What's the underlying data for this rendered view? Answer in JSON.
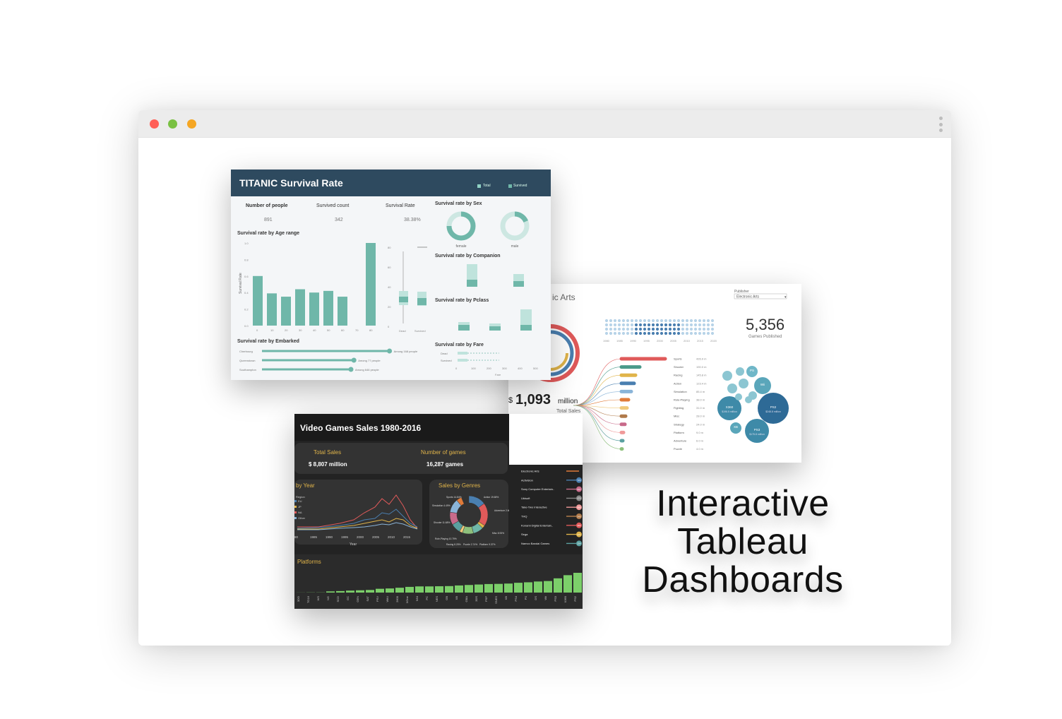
{
  "headline": {
    "line1": "Interactive",
    "line2": "Tableau",
    "line3": "Dashboards"
  },
  "colors": {
    "red": "#ff5f57",
    "green": "#7ac143",
    "yellow": "#f5a623",
    "titanic_header": "#2e4a5f",
    "teal": "#6fb7a9",
    "dark_bg": "#2b2b2b",
    "gold": "#e0b44a"
  },
  "titanic": {
    "title": "TITANIC Survival Rate",
    "legend": [
      "Total",
      "Survived"
    ],
    "kpis": [
      {
        "label": "Number of people",
        "value": "891"
      },
      {
        "label": "Survived count",
        "value": "342"
      },
      {
        "label": "Survival Rate",
        "value": "38.38%"
      }
    ],
    "age_title": "Survival rate by Age range",
    "age_y_label": "Survival Rate",
    "age_ticks": [
      "1.0",
      "0.8",
      "0.6",
      "0.4",
      "0.2",
      "0.0"
    ],
    "age_values": [
      0.6,
      0.39,
      0.35,
      0.44,
      0.4,
      0.42,
      0.35,
      0.0,
      1.0
    ],
    "age_x": [
      "0",
      "10",
      "20",
      "30",
      "40",
      "50",
      "60",
      "70",
      "80"
    ],
    "box_y_ticks": [
      "80",
      "60",
      "40",
      "20",
      "0"
    ],
    "box_x": [
      "Dead",
      "Survived"
    ],
    "sex_title": "Survival rate by Sex",
    "sex_labels": [
      "female",
      "male"
    ],
    "companion_title": "Survival rate by Companion",
    "pclass_title": "Survival rate by Pclass",
    "embarked_title": "Survival rate by Embarked",
    "embarked": [
      {
        "label": "Cherbourg",
        "note": "Among 168 people",
        "frac": 0.86
      },
      {
        "label": "Queenstown",
        "note": "Among 77 people",
        "frac": 0.62
      },
      {
        "label": "Southampton",
        "note": "Among 646 people",
        "frac": 0.6
      }
    ],
    "fare_title": "Survival rate by Fare",
    "fare_rows": [
      "Dead",
      "Survived"
    ],
    "fare_ticks": [
      "0",
      "100",
      "200",
      "300",
      "400",
      "500"
    ],
    "fare_axis": "Fare"
  },
  "ea": {
    "title_partial": "ic Arts",
    "dropdown_label": "Publisher",
    "dropdown_value": "Electronic Arts",
    "games_value": "5,356",
    "games_label": "Games Published",
    "currency": "$",
    "sales_value": "1,093",
    "sales_unit": "million",
    "sales_label": "Total Sales",
    "timeline": [
      "1980",
      "1985",
      "1990",
      "1995",
      "2000",
      "2005",
      "2010",
      "2015",
      "2020"
    ],
    "genres": [
      "Sports",
      "Shooter",
      "Racing",
      "Action",
      "Simulation",
      "Role-Playing",
      "Fighting",
      "Misc",
      "Strategy",
      "Platform",
      "Adventure",
      "Puzzle"
    ],
    "genre_values": [
      "426.9 m",
      "190.0 m",
      "145.8 m",
      "123.4 m",
      "85.4 m",
      "38.0 m",
      "31.0 m",
      "28.0 m",
      "24.0 m",
      "9.0 m",
      "6.0 m",
      "4.0 m"
    ],
    "bubbles": [
      {
        "label": "PS2",
        "sub": "$248.8 million"
      },
      {
        "label": "X360",
        "sub": "$196.5 million"
      },
      {
        "label": "PS3",
        "sub": "$175.8 million"
      },
      {
        "label": "Wii",
        "sub": ""
      },
      {
        "label": "PS",
        "sub": ""
      },
      {
        "label": "XB",
        "sub": ""
      }
    ]
  },
  "vgs": {
    "title": "Video Games Sales 1980-2016",
    "total_label": "Total Sales",
    "total_value": "$ 8,807 million",
    "games_label": "Number of games",
    "games_value": "16,287 games",
    "year_title": "by Year",
    "region_label": "Region",
    "regions": [
      "EU",
      "JP",
      "NA",
      "Other"
    ],
    "year_ticks": [
      "80",
      "1985",
      "1990",
      "1995",
      "2000",
      "2005",
      "2010",
      "2015"
    ],
    "year_axis": "Year",
    "genre_title": "Sales by Genres",
    "genre_labels": [
      "Sports 14.84%",
      "Action 19.68%",
      "Adventure 2.66%",
      "Misc 8.93%",
      "Platform 9.37%",
      "Puzzle 2.74%",
      "Racing 8.25%",
      "Role-Playing 10.79%",
      "Shooter 11.68%",
      "Simulation 4.49%"
    ],
    "platform_title": "Platforms",
    "platforms": [
      "3DO",
      "TG16",
      "WS",
      "NG",
      "SCD",
      "GC",
      "GEN",
      "SAT",
      "PSV",
      "WiiU",
      "2600",
      "XOne",
      "N64",
      "PC",
      "NES",
      "GB",
      "XB",
      "GBA",
      "3DS",
      "PSP",
      "SNES",
      "XB",
      "PS4",
      "PS",
      "DS",
      "Wii",
      "PS3",
      "X360",
      "PS2"
    ],
    "platform_values": [
      0.1,
      0.2,
      0.2,
      1.5,
      1.9,
      2.5,
      2.9,
      3.3,
      4.8,
      5.2,
      6.1,
      7.2,
      7.8,
      7.8,
      8.0,
      8.2,
      9.0,
      9.6,
      10.2,
      10.8,
      11.0,
      11.4,
      12.4,
      13.0,
      14.0,
      14.6,
      18.0,
      22.0,
      25.0
    ],
    "publishers": [
      {
        "name": "Electronic Arts",
        "value": ""
      },
      {
        "name": "Activision",
        "value": "724"
      },
      {
        "name": "Sony Computer Entertain..",
        "value": "607"
      },
      {
        "name": "Ubisoft",
        "value": "474"
      },
      {
        "name": "Take-Two Interactive",
        "value": "404"
      },
      {
        "name": "THQ",
        "value": "340"
      },
      {
        "name": "Konami Digital Entertain..",
        "value": "283"
      },
      {
        "name": "Sega",
        "value": "271"
      },
      {
        "name": "Namco Bandai Games",
        "value": "254"
      }
    ]
  }
}
